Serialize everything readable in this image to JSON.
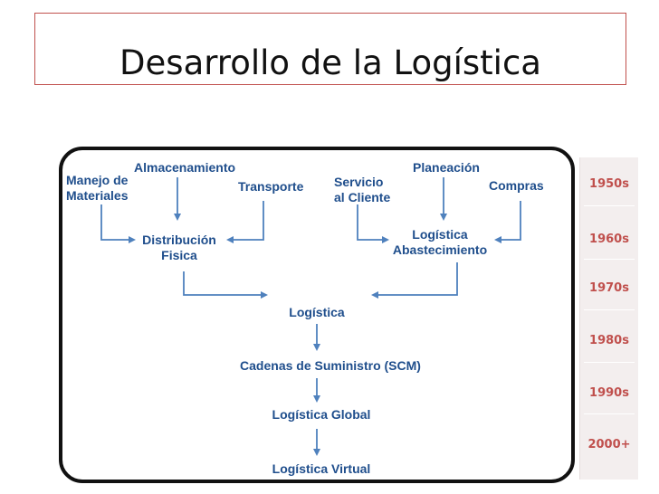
{
  "title": "Desarrollo de la Logística",
  "nodes": {
    "almacenamiento": "Almacenamiento",
    "manejo": "Manejo de\nMateriales",
    "transporte": "Transporte",
    "servicio": "Servicio\nal Cliente",
    "planeacion": "Planeación",
    "compras": "Compras",
    "distribucion": "Distribución\nFisica",
    "abastecimiento": "Logística\nAbastecimiento",
    "logistica": "Logística",
    "scm": "Cadenas de Suministro (SCM)",
    "global": "Logística Global",
    "virtual": "Logística Virtual"
  },
  "years": [
    "1950s",
    "1960s",
    "1970s",
    "1980s",
    "1990s",
    "2000+"
  ],
  "colors": {
    "text": "#1f4e8c",
    "arrow": "#4f81bd",
    "year": "#c0504d"
  }
}
